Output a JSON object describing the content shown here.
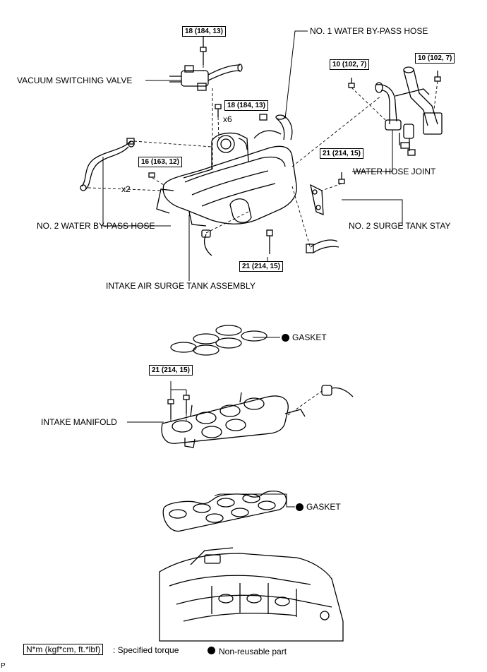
{
  "torque": {
    "t_top": "18 (184, 13)",
    "t_mid": "18 (184, 13)",
    "t_left": "16 (163, 12)",
    "t_wj_left": "10 (102, 7)",
    "t_wj_right": "10 (102, 7)",
    "t_stay": "21 (214, 15)",
    "t_bottom": "21 (214, 15)",
    "t_manifold": "21 (214, 15)"
  },
  "counts": {
    "x6": "x6",
    "x2": "x2"
  },
  "labels": {
    "vacuum_switching_valve": "VACUUM SWITCHING VALVE",
    "no1_water_bypass_hose": "NO. 1 WATER BY-PASS HOSE",
    "water_hose_joint": "WATER HOSE JOINT",
    "no2_water_bypass_hose": "NO. 2 WATER BY-PASS HOSE",
    "no2_surge_tank_stay": "NO. 2 SURGE TANK STAY",
    "intake_air_surge_tank_assembly": "INTAKE AIR SURGE TANK ASSEMBLY",
    "gasket_upper": "GASKET",
    "intake_manifold": "INTAKE MANIFOLD",
    "gasket_lower": "GASKET"
  },
  "legend": {
    "torque_unit": "N*m (kgf*cm, ft.*lbf)",
    "torque_desc": ": Specified torque",
    "non_reusable": "Non-reusable part"
  },
  "figure_code": "P"
}
